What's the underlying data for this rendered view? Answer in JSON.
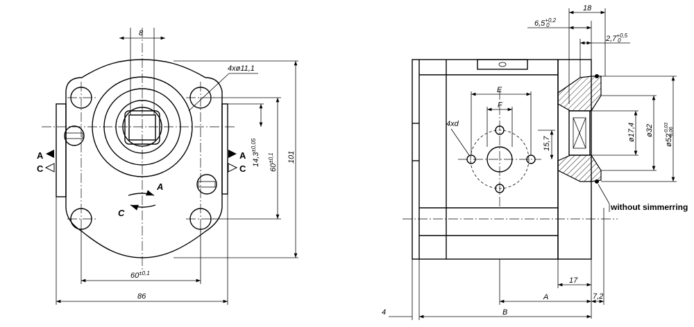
{
  "front_view": {
    "dim_width_top": "8",
    "dim_holes": "4xø11,1",
    "dim_offset": "14,3",
    "dim_offset_tol": "±0,05",
    "dim_vertical_60": "60",
    "dim_vertical_60_tol": "±0,1",
    "dim_height": "101",
    "dim_horizontal_60": "60",
    "dim_horizontal_60_tol": "±0,1",
    "dim_width_total": "86",
    "rot_a": "A",
    "rot_c": "C",
    "port_left_a": "A",
    "port_left_c": "C",
    "port_right_a": "A",
    "port_right_c": "C"
  },
  "side_view": {
    "dim_18": "18",
    "dim_6_5": "6,5",
    "dim_6_5_tol_up": "+0,2",
    "dim_6_5_tol_low": "0",
    "dim_2_7": "2,7",
    "dim_2_7_tol_up": "+0,5",
    "dim_2_7_tol_low": "0",
    "dim_e": "E",
    "dim_f": "F",
    "dim_4xd": "4xd",
    "dim_15_7": "15,7",
    "dim_d17_4": "ø17,4",
    "dim_d32": "ø32",
    "dim_d52": "ø52",
    "dim_d52_tol_up": "-0,03",
    "dim_d52_tol_low": "-0,06",
    "note": "without simmerring",
    "dim_17": "17",
    "dim_a": "A",
    "dim_7_2": "7,2",
    "dim_4": "4",
    "dim_b": "B"
  }
}
